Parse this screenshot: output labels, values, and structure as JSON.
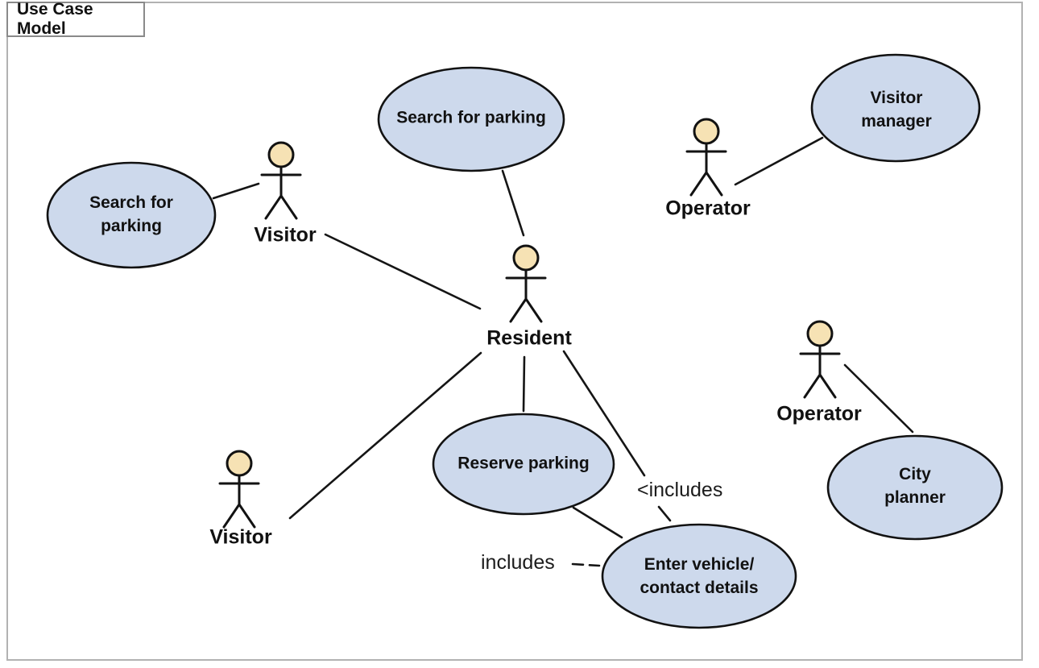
{
  "diagram_title": "Use Case Model",
  "colors": {
    "usecase_fill": "#cdd9ec",
    "usecase_stroke": "#121212",
    "actor_head_fill": "#f6e2b4",
    "line_color": "#151515",
    "frame_border": "#b2b2b2"
  },
  "use_cases": [
    {
      "id": "search-for-parking-left",
      "label": "Search for\nparking"
    },
    {
      "id": "search-for-parking-top",
      "label": "Search for parking"
    },
    {
      "id": "visitor-manager",
      "label": "Visitor\nmanager"
    },
    {
      "id": "reserve-parking",
      "label": "Reserve parking"
    },
    {
      "id": "enter-vehicle-contact",
      "label": "Enter vehicle/\ncontact details"
    },
    {
      "id": "city-planner",
      "label": "City\nplanner"
    }
  ],
  "actors": [
    {
      "id": "visitor-top",
      "label": "Visitor"
    },
    {
      "id": "operator-top",
      "label": "Operator"
    },
    {
      "id": "resident",
      "label": "Resident"
    },
    {
      "id": "visitor-bottom",
      "label": "Visitor"
    },
    {
      "id": "operator-right",
      "label": "Operator"
    }
  ],
  "relationship_labels": {
    "includes_dashed": "includes",
    "includes_arrow": "<includes"
  }
}
